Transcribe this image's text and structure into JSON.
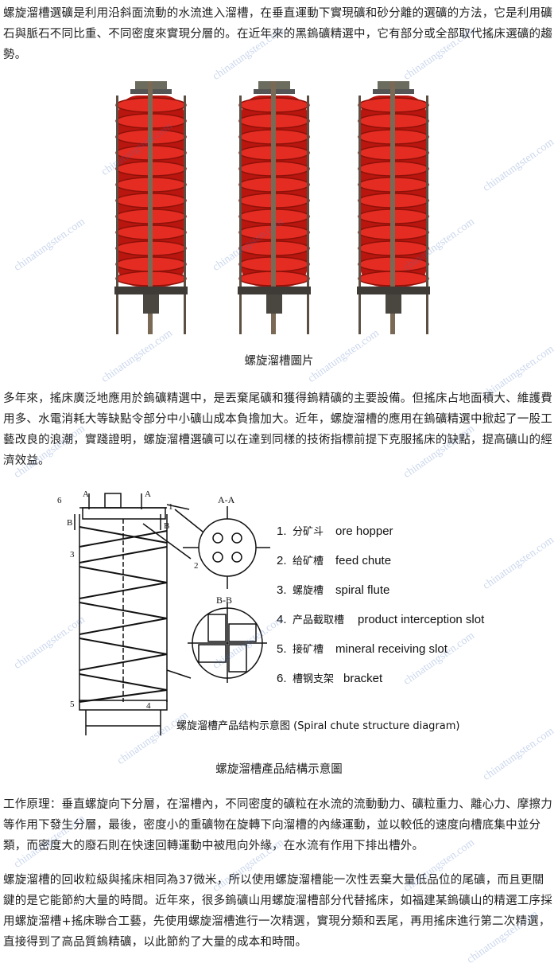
{
  "paragraphs": {
    "intro": "螺旋溜槽選礦是利用沿斜面流動的水流進入溜槽，在垂直運動下實現礦和砂分離的選礦的方法，它是利用礦石與脈石不同比重、不同密度來實現分層的。在近年來的黑鎢礦精選中，它有部分或全部取代搖床選礦的趨勢。",
    "history": "多年來，搖床廣泛地應用於鎢礦精選中，是丟棄尾礦和獲得鎢精礦的主要設備。但搖床占地面積大、維護費用多、水電消耗大等缺點令部分中小礦山成本負擔加大。近年，螺旋溜槽的應用在鎢礦精選中掀起了一股工藝改良的浪潮，實踐證明，螺旋溜槽選礦可以在達到同樣的技術指標前提下克服搖床的缺點，提高礦山的經濟效益。",
    "principle": "工作原理：垂直螺旋向下分層，在溜槽內，不同密度的礦粒在水流的流動動力、礦粒重力、離心力、摩擦力等作用下發生分層，最後，密度小的重礦物在旋轉下向溜槽的內緣運動，並以較低的速度向槽底集中並分類，而密度大的廢石則在快速回轉運動中被甩向外緣，在水流有作用下排出槽外。",
    "recovery": "螺旋溜槽的回收粒級與搖床相同為37微米，所以使用螺旋溜槽能一次性丟棄大量低品位的尾礦，而且更關鍵的是它能節約大量的時間。近年來，很多鎢礦山用螺旋溜槽部分代替搖床，如福建某鎢礦山的精選工序採用螺旋溜槽+搖床聯合工藝，先使用螺旋溜槽進行一次精選，實現分類和丟尾，再用搖床進行第二次精選，直接得到了高品質鎢精礦，以此節約了大量的成本和時間。"
  },
  "captions": {
    "photo": "螺旋溜槽圖片",
    "diagram": "螺旋溜槽產品結構示意圖"
  },
  "diagram": {
    "title": "螺旋溜槽产品结构示意图  (Spiral chute structure diagram)",
    "section_aa": "A-A",
    "section_bb": "B-B",
    "marker_a": "A",
    "marker_b": "B",
    "callouts": [
      "6",
      "1",
      "3",
      "2",
      "5",
      "4"
    ],
    "legend": [
      {
        "num": "1.",
        "zh": "分矿斗",
        "en": "ore hopper"
      },
      {
        "num": "2.",
        "zh": "给矿槽",
        "en": "feed chute"
      },
      {
        "num": "3.",
        "zh": "螺旋槽",
        "en": "spiral flute"
      },
      {
        "num": "4.",
        "zh": "产品截取槽",
        "en": "product interception slot"
      },
      {
        "num": "5.",
        "zh": "接矿槽",
        "en": "mineral receiving slot"
      },
      {
        "num": "6.",
        "zh": "槽钢支架",
        "en": "bracket"
      }
    ]
  },
  "watermark": {
    "text": "chinatungsten.com",
    "color": "#466ebe"
  },
  "colors": {
    "spiral_red": "#d8231c",
    "frame": "#7a6a55"
  }
}
